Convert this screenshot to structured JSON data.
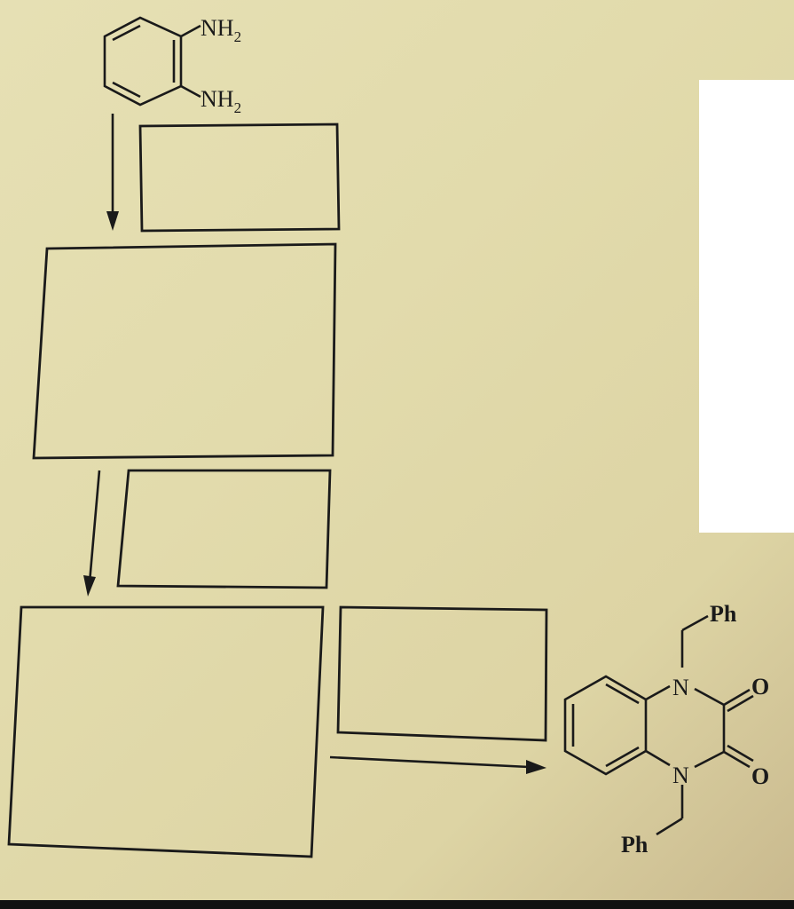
{
  "starting_material": {
    "groups": [
      "NH",
      "2",
      "NH",
      "2"
    ]
  },
  "product": {
    "atoms": [
      "N",
      "N",
      "O",
      "O"
    ],
    "substituents": [
      "Ph",
      "Ph"
    ]
  },
  "answer_boxes": {
    "count": 5,
    "values": [
      "",
      "",
      "",
      "",
      ""
    ]
  },
  "arrows": {
    "count": 3
  },
  "colors": {
    "paper": "#e3dcae",
    "ink": "#1a1a1a",
    "panel": "#ffffff"
  }
}
